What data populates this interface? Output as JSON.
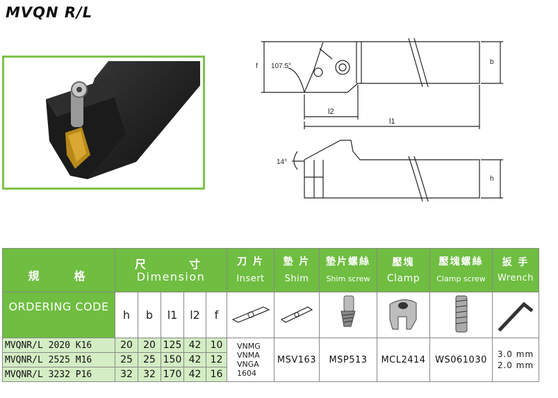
{
  "title": "MVQN R/L",
  "drawing": {
    "angle_top": "107.5°",
    "angle_side": "14°",
    "dim_f": "f",
    "dim_b": "b",
    "dim_h": "h",
    "dim_l1": "l1",
    "dim_l2": "l2"
  },
  "table": {
    "spec_cn": "規　　格",
    "ordering_code": "ORDERING CODE",
    "dimension_cn": "尺　　寸",
    "dimension_en": "Dimension",
    "insert_cn": "刀 片",
    "insert_en": "Insert",
    "shim_cn": "墊 片",
    "shim_en": "Shim",
    "shim_screw_cn": "墊片螺絲",
    "shim_screw_en": "Shim screw",
    "clamp_cn": "壓塊",
    "clamp_en": "Clamp",
    "clamp_screw_cn": "壓塊螺絲",
    "clamp_screw_en": "Clamp screw",
    "wrench_cn": "扳 手",
    "wrench_en": "Wrench",
    "dim_cols": [
      "h",
      "b",
      "l1",
      "l2",
      "f"
    ],
    "rows": [
      {
        "code": "MVQNR/L 2020 K16",
        "h": "20",
        "b": "20",
        "l1": "125",
        "l2": "42",
        "f": "10"
      },
      {
        "code": "MVQNR/L 2525 M16",
        "h": "25",
        "b": "25",
        "l1": "150",
        "l2": "42",
        "f": "12"
      },
      {
        "code": "MVQNR/L 3232 P16",
        "h": "32",
        "b": "32",
        "l1": "170",
        "l2": "42",
        "f": "16"
      }
    ],
    "insert_types": [
      "VNMG",
      "VNMA",
      "VNGA",
      "1604"
    ],
    "shim": "MSV163",
    "shim_screw": "MSP513",
    "clamp": "MCL2414",
    "clamp_screw": "WS061030",
    "wrench": [
      "3.0 mm",
      "2.0 mm"
    ]
  },
  "colors": {
    "header_green": "#6fbd41",
    "row_tint": "#d4edc4",
    "photo_border": "#7fc24a"
  }
}
